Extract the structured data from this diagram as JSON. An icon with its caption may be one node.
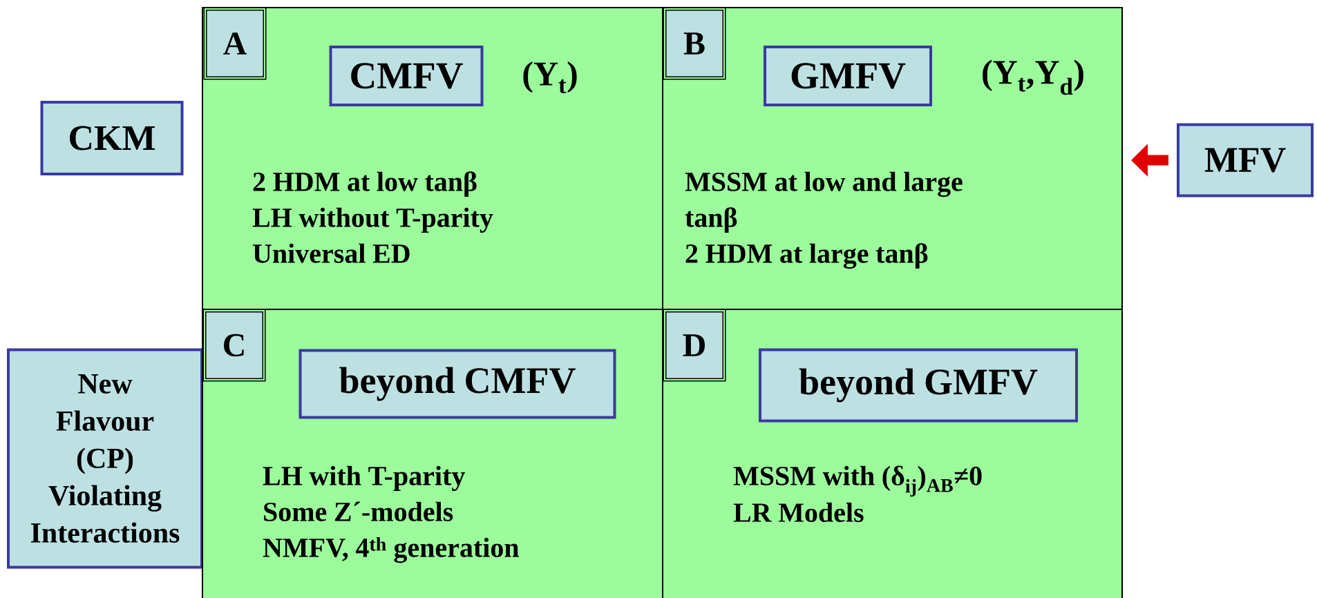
{
  "diagram": {
    "nodes": [
      {
        "text": [
          "CKM"
        ]
      },
      {
        "text": [
          "(Y$_{t}$)",
          "2 HDM at low tanβ",
          "LH without T-parity",
          "Universal ED"
        ]
      },
      {
        "text": [
          "A"
        ],
        "in": 1
      },
      {
        "text": [
          "CMFV"
        ],
        "in": 1
      },
      {
        "text": [
          "(Y$_{t}$,Y$_{d}$)",
          "MSSM at low and large tanβ",
          "2 HDM at large tanβ"
        ]
      },
      {
        "text": [
          "B"
        ],
        "in": 4
      },
      {
        "text": [
          "GMFV"
        ],
        "in": 4
      },
      {
        "text": [
          "MFV"
        ]
      },
      {
        "text": [
          "New Flavour (CP) Violating Interactions"
        ]
      },
      {
        "text": [
          "LH with T-parity",
          "Some Z´-models",
          "NMFV, 4$^{th}$ generation"
        ]
      },
      {
        "text": [
          "C"
        ],
        "in": 9
      },
      {
        "text": [
          "beyond CMFV"
        ],
        "in": 9
      },
      {
        "text": [
          "MSSM with (δ$_{ij}$)$_{AB}$≠0",
          "LR Models"
        ]
      },
      {
        "text": [
          "D"
        ],
        "in": 12
      },
      {
        "text": [
          "beyond GMFV"
        ],
        "in": 12
      }
    ],
    "edges": [
      {
        "from": 7,
        "to": 4,
        "arrow": "to",
        "color": "#e00000"
      }
    ]
  }
}
